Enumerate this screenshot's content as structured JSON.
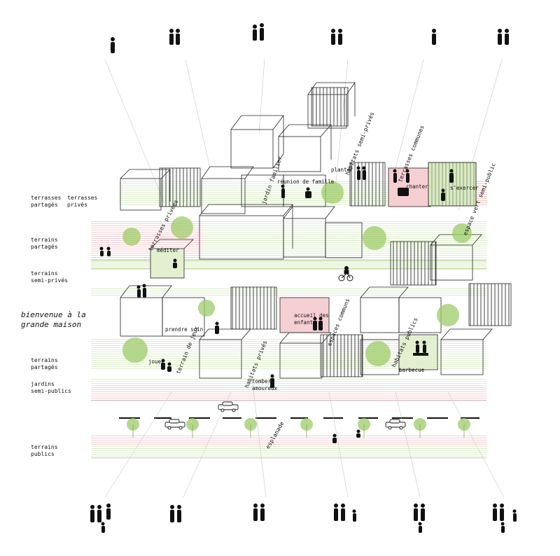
{
  "title": "bienvenue à la\ngrande maison",
  "zones": [
    {
      "id": "terrasses-partages",
      "text": "terrasses\npartagés"
    },
    {
      "id": "terrasses-prives",
      "text": "terrasses\nprivés"
    },
    {
      "id": "terrains-partages-1",
      "text": "terrains\npartagés"
    },
    {
      "id": "terrains-semi-prives",
      "text": "terrains\nsemi-privés"
    },
    {
      "id": "terrains-partages-2",
      "text": "terrains\npartagés"
    },
    {
      "id": "jardins-semi-publics",
      "text": "jardins\nsemi-publics"
    },
    {
      "id": "terrains-publics",
      "text": "terrains\npublics"
    }
  ],
  "activities": [
    {
      "id": "planter",
      "text": "planter"
    },
    {
      "id": "reunion",
      "text": "réunion de famille"
    },
    {
      "id": "chanter",
      "text": "chanter"
    },
    {
      "id": "exercer",
      "text": "s'exercer"
    },
    {
      "id": "mediter",
      "text": "méditer"
    },
    {
      "id": "accueil",
      "text": "accueil des\nenfants"
    },
    {
      "id": "prendre-soin",
      "text": "prendre soin"
    },
    {
      "id": "jouer",
      "text": "jouer"
    },
    {
      "id": "barbecue",
      "text": "barbecue"
    },
    {
      "id": "tomber",
      "text": "tomber\namoureux"
    }
  ],
  "rotated_labels": [
    {
      "id": "jardin-familier",
      "text": "jardin familier"
    },
    {
      "id": "habitats-semi-prives",
      "text": "habitats semi-privés"
    },
    {
      "id": "terrasses-communes",
      "text": "terrasses communes"
    },
    {
      "id": "espace-vert",
      "text": "espace vert semi-public"
    },
    {
      "id": "terrasses-privees",
      "text": "terrasses privées"
    },
    {
      "id": "espaces-communs",
      "text": "espaces communs"
    },
    {
      "id": "terrain-de-jeux",
      "text": "terrain de jeux"
    },
    {
      "id": "habitats-prives",
      "text": "habitats privés"
    },
    {
      "id": "habitats-publics",
      "text": "habitats publics"
    },
    {
      "id": "esplanade",
      "text": "esplanade"
    }
  ],
  "colors": {
    "green_band": "#e2f0d0",
    "green_line": "#b9d99a",
    "pink_band": "#f6cfd2",
    "pink_line": "#efaab0",
    "tree": "#9ccc68",
    "ink": "#1a1a1a"
  }
}
